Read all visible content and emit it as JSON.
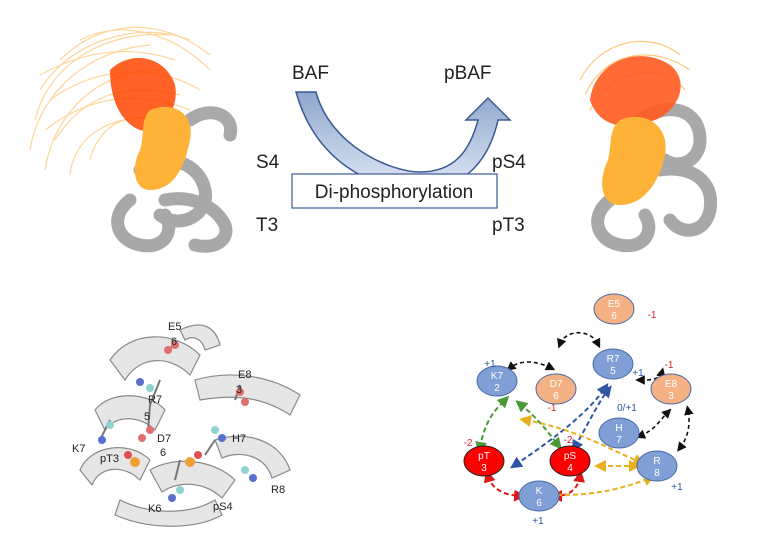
{
  "top": {
    "left_label": "BAF",
    "right_label": "pBAF",
    "left_sites": [
      "S4",
      "T3"
    ],
    "right_sites": [
      "pS4",
      "pT3"
    ],
    "reaction_box": "Di-phosphorylation"
  },
  "structure_labels": {
    "e5": "E5",
    "e5_num": "6",
    "e8": "E8",
    "e8_num": "3",
    "r7": "R7",
    "r7_num": "5",
    "d7": "D7",
    "d7_num": "6",
    "h7": "H7",
    "k7": "K7",
    "pt3": "pT3",
    "k6": "K6",
    "ps4": "pS4",
    "r8": "R8"
  },
  "network": {
    "nodes": [
      {
        "id": "E5",
        "name": "E5",
        "num": "6",
        "charge": "-1",
        "type": "acidic"
      },
      {
        "id": "R7",
        "name": "R7",
        "num": "5",
        "charge": "+1",
        "type": "basic"
      },
      {
        "id": "K7",
        "name": "K7",
        "num": "2",
        "charge": "+1",
        "type": "basic"
      },
      {
        "id": "D7",
        "name": "D7",
        "num": "6",
        "charge": "-1",
        "type": "acidic"
      },
      {
        "id": "E8",
        "name": "E8",
        "num": "3",
        "charge": "-1",
        "type": "acidic"
      },
      {
        "id": "H",
        "name": "H",
        "num": "7",
        "charge": "0/+1",
        "type": "basic"
      },
      {
        "id": "pT",
        "name": "pT",
        "num": "3",
        "charge": "-2",
        "type": "phospho"
      },
      {
        "id": "pS",
        "name": "pS",
        "num": "4",
        "charge": "-2",
        "type": "phospho"
      },
      {
        "id": "R8",
        "name": "R",
        "num": "8",
        "charge": "+1",
        "type": "basic"
      },
      {
        "id": "K6",
        "name": "K",
        "num": "6",
        "charge": "+1",
        "type": "basic"
      }
    ],
    "colors": {
      "basic": "#7f9fd6",
      "acidic": "#f4b183",
      "phospho": "#ff0000",
      "charge_neg": "#e02020",
      "charge_pos": "#2f55a4"
    }
  }
}
